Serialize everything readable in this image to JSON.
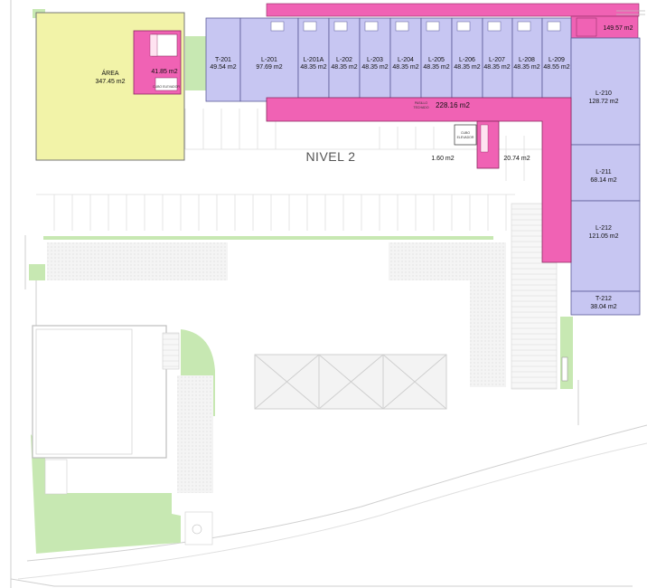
{
  "level_title": "NIVEL 2",
  "units": {
    "area": {
      "name": "ÁREA",
      "area": "347.45 m2"
    },
    "t201": {
      "name": "T-201",
      "area": "49.54 m2"
    },
    "l201": {
      "name": "L-201",
      "area": "97.69 m2"
    },
    "l201a": {
      "name": "L-201A",
      "area": "48.35 m2"
    },
    "l202": {
      "name": "L-202",
      "area": "48.35 m2"
    },
    "l203": {
      "name": "L-203",
      "area": "48.35 m2"
    },
    "l204": {
      "name": "L-204",
      "area": "48.35 m2"
    },
    "l205": {
      "name": "L-205",
      "area": "48.35 m2"
    },
    "l206": {
      "name": "L-206",
      "area": "48.35 m2"
    },
    "l207": {
      "name": "L-207",
      "area": "48.35 m2"
    },
    "l208": {
      "name": "L-208",
      "area": "48.35 m2"
    },
    "l209": {
      "name": "L-209",
      "area": "48.55 m2"
    },
    "l210": {
      "name": "L-210",
      "area": "128.72 m2"
    },
    "l211": {
      "name": "L-211",
      "area": "68.14 m2"
    },
    "l212": {
      "name": "L-212",
      "area": "121.05 m2"
    },
    "t212": {
      "name": "T-212",
      "area": "38.04 m2"
    }
  },
  "common_areas": {
    "corridor": "228.16 m2",
    "top_right": "149.57 m2",
    "stair_left": "41.85 m2",
    "elevator_small": "1.60 m2",
    "stair_right": "20.74 m2"
  },
  "colors": {
    "locales": "#c7c6f2",
    "common": "#f062b4",
    "area": "#f2f3a8",
    "green": "#c7e8b2"
  }
}
